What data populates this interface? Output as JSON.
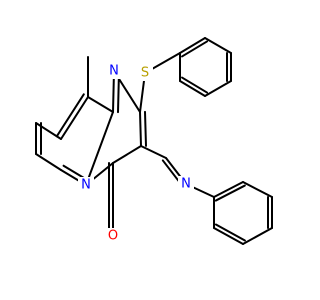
{
  "molecule": {
    "atoms": {
      "N1": {
        "symbol": "N",
        "color": "#0000ff"
      },
      "N2": {
        "symbol": "N",
        "color": "#0000ff"
      },
      "N3": {
        "symbol": "N",
        "color": "#0000ff"
      },
      "S": {
        "symbol": "S",
        "color": "#b8a000"
      },
      "O": {
        "symbol": "O",
        "color": "#ff0000"
      }
    },
    "bond_color": "#000000"
  }
}
